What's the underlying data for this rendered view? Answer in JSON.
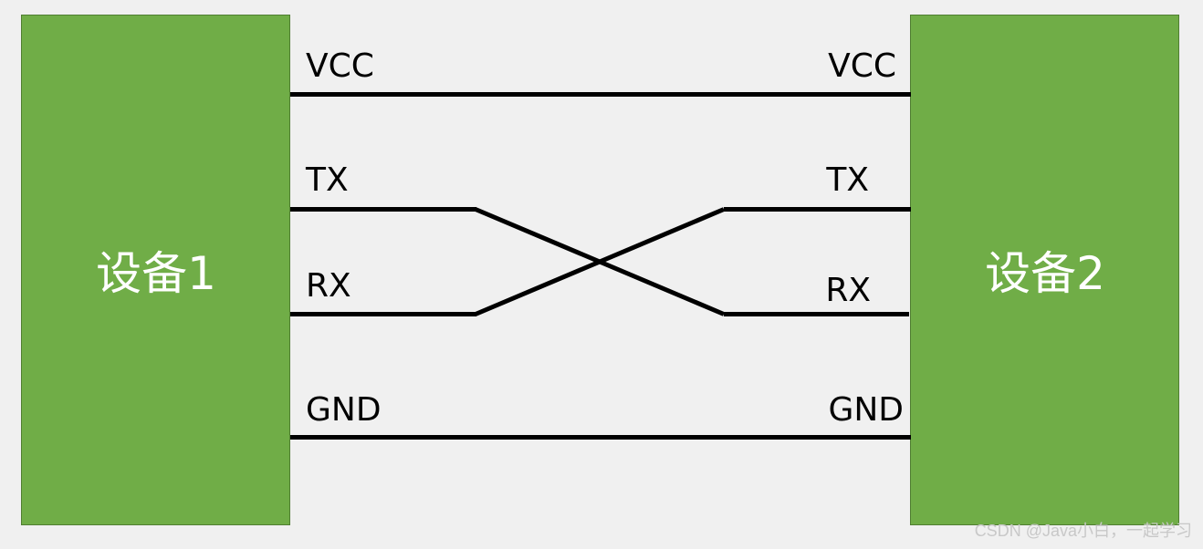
{
  "devices": {
    "left": {
      "label": "设备1",
      "color": "#70ad47"
    },
    "right": {
      "label": "设备2",
      "color": "#70ad47"
    }
  },
  "pins": {
    "left": {
      "vcc": "VCC",
      "tx": "TX",
      "rx": "RX",
      "gnd": "GND"
    },
    "right": {
      "vcc": "VCC",
      "tx": "TX",
      "rx": "RX",
      "gnd": "GND"
    }
  },
  "connections": [
    {
      "from": "VCC",
      "to": "VCC"
    },
    {
      "from": "TX",
      "to": "RX"
    },
    {
      "from": "RX",
      "to": "TX"
    },
    {
      "from": "GND",
      "to": "GND"
    }
  ],
  "watermark": "CSDN @Java小白，一起学习",
  "colors": {
    "wire": "#000000",
    "background": "#f0f0f0",
    "label": "#ffffff"
  }
}
